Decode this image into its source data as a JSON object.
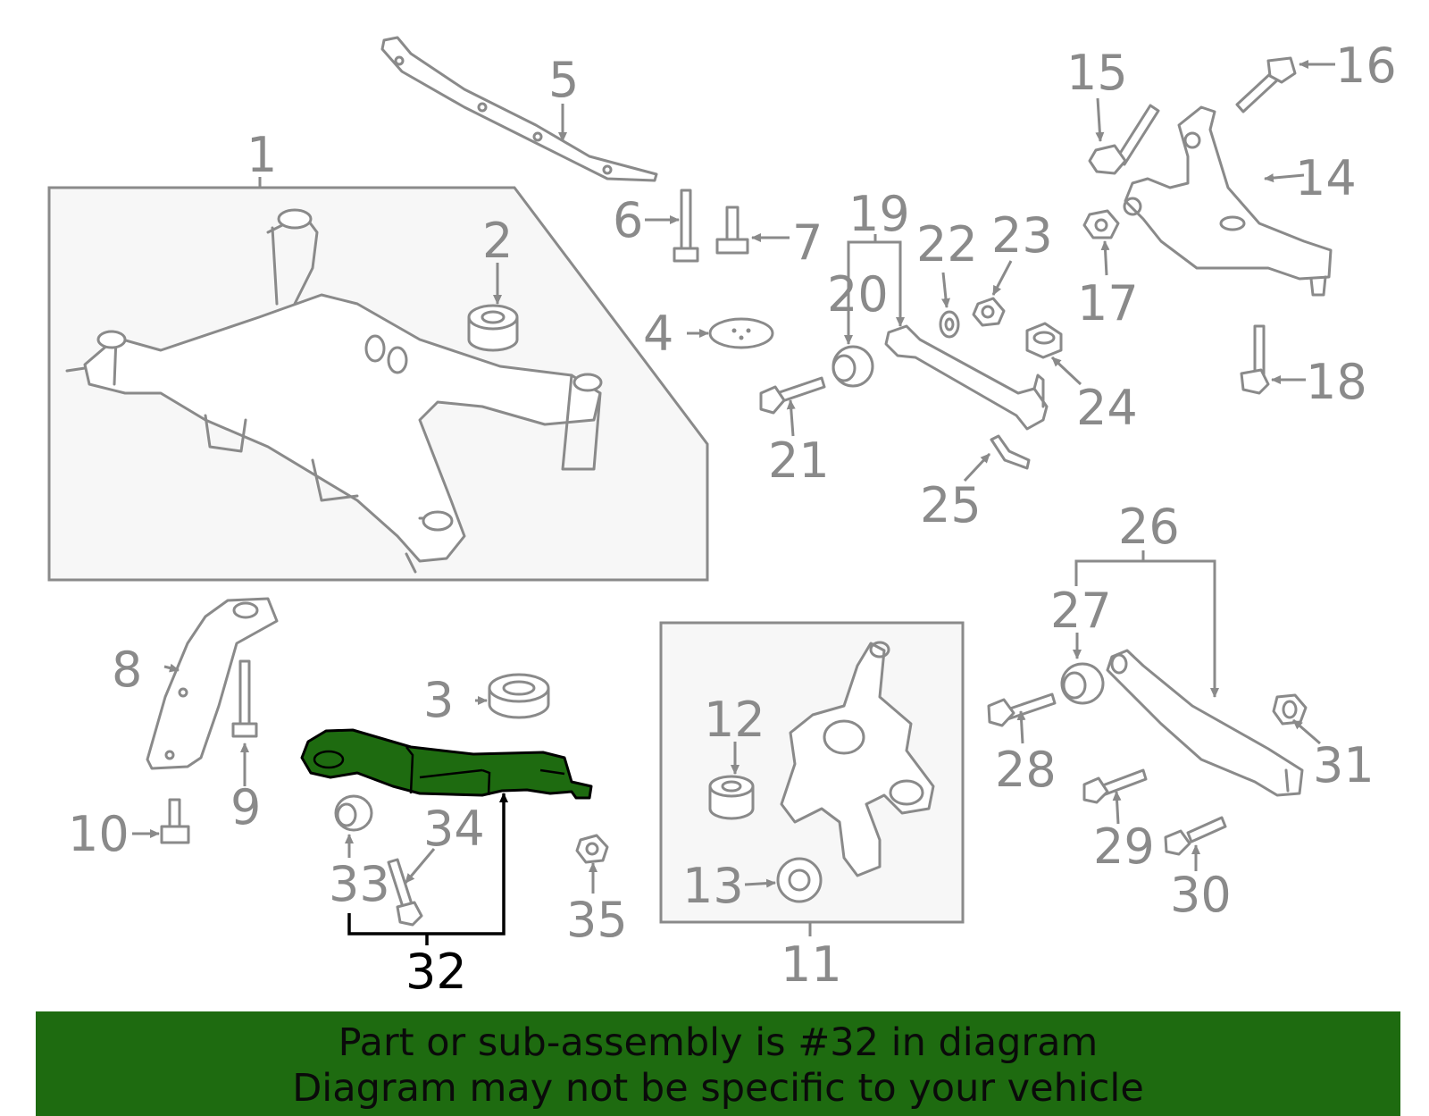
{
  "diagram": {
    "highlight_color": "#1e6b10",
    "highlighted_part": "32",
    "callouts": [
      "1",
      "2",
      "3",
      "4",
      "5",
      "6",
      "7",
      "8",
      "9",
      "10",
      "11",
      "12",
      "13",
      "14",
      "15",
      "16",
      "17",
      "18",
      "19",
      "20",
      "21",
      "22",
      "23",
      "24",
      "25",
      "26",
      "27",
      "28",
      "29",
      "30",
      "31",
      "32",
      "33",
      "34",
      "35"
    ]
  },
  "banner": {
    "line1": "Part or sub-assembly is #32 in diagram",
    "line2": "Diagram may not be specific to your vehicle",
    "color": "#1e6b10"
  }
}
